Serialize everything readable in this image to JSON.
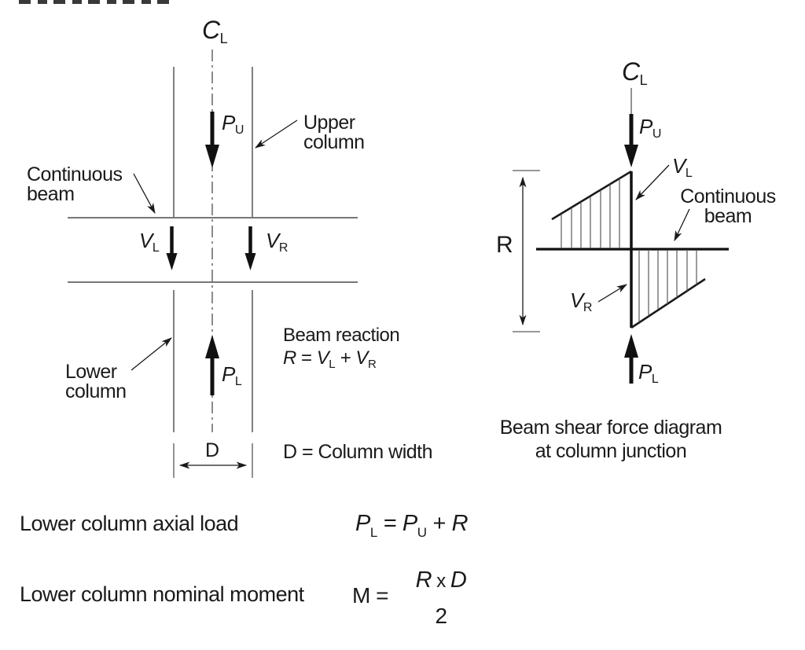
{
  "colors": {
    "ink": "#1a1a1a",
    "thin_line": "#4a4a4a",
    "background": "#ffffff"
  },
  "left_diagram": {
    "centerline": {
      "base": "C",
      "sub": "L"
    },
    "upper_load": {
      "base": "P",
      "sub": "U"
    },
    "upper_column_label": {
      "line1": "Upper",
      "line2": "column"
    },
    "continuous_beam_label": {
      "line1": "Continuous",
      "line2": "beam"
    },
    "shear_left": {
      "base": "V",
      "sub": "L"
    },
    "shear_right": {
      "base": "V",
      "sub": "R"
    },
    "lower_column_label": {
      "line1": "Lower",
      "line2": "column"
    },
    "lower_load": {
      "base": "P",
      "sub": "L"
    },
    "beam_reaction": {
      "title": "Beam reaction",
      "formula": {
        "lhs": "R",
        "eq": " = ",
        "v1": "V",
        "s1": "L",
        "plus": " + ",
        "v2": "V",
        "s2": "R"
      }
    },
    "dimension": {
      "label": "D",
      "definition": "D = Column width"
    }
  },
  "right_diagram": {
    "centerline": {
      "base": "C",
      "sub": "L"
    },
    "upper_load": {
      "base": "P",
      "sub": "U"
    },
    "shear_left": {
      "base": "V",
      "sub": "L"
    },
    "continuous_beam_label": {
      "line1": "Continuous",
      "line2": "beam"
    },
    "reaction_dimension_label": "R",
    "shear_right": {
      "base": "V",
      "sub": "R"
    },
    "lower_load": {
      "base": "P",
      "sub": "L"
    },
    "caption": {
      "line1": "Beam shear force diagram",
      "line2": "at column junction"
    }
  },
  "equations": {
    "axial": {
      "label": "Lower column axial load",
      "formula": {
        "p1": "P",
        "s1": "L",
        "eq": " = ",
        "p2": "P",
        "s2": "U",
        "plus": " + ",
        "r": "R"
      }
    },
    "moment": {
      "label": "Lower column nominal moment",
      "lhs": "M =",
      "numerator": {
        "r": "R",
        "times": " x ",
        "d": "D"
      },
      "denominator": "2"
    }
  }
}
